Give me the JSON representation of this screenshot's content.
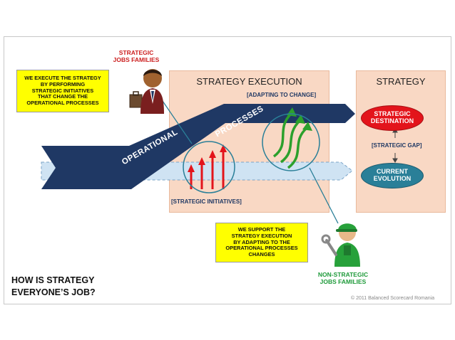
{
  "strategy_execution": {
    "title": "STRATEGY EXECUTION",
    "adapting": "[ADAPTING TO CHANGE]",
    "initiatives": "[STRATEGIC INITIATIVES]"
  },
  "strategy": {
    "title": "STRATEGY",
    "destination": [
      "STRATEGIC",
      "DESTINATION"
    ],
    "gap": "[STRATEGIC GAP]",
    "current": [
      "CURRENT",
      "EVOLUTION"
    ]
  },
  "arrow": {
    "word1": "OPERATIONAL",
    "word2": "PROCESSES"
  },
  "strategic_jobs": {
    "label": [
      "STRATEGIC",
      "JOBS FAMILIES"
    ],
    "callout": [
      "WE EXECUTE THE STRATEGY",
      "BY PERFORMING",
      "STRATEGIC INITIATIVES",
      "THAT CHANGE THE",
      "OPERATIONAL PROCESSES"
    ]
  },
  "nonstrategic_jobs": {
    "label": [
      "NON-STRATEGIC",
      "JOBS FAMILIES"
    ],
    "callout": [
      "WE SUPPORT THE",
      "STRATEGY EXECUTION",
      "BY ADAPTING TO THE",
      "OPERATIONAL PROCESSES",
      "CHANGES"
    ]
  },
  "question": [
    "HOW IS STRATEGY",
    "EVERYONE’S JOB?"
  ],
  "copyright": "© 2011  Balanced Scorecard Romania",
  "colors": {
    "navy": "#1f3864",
    "red": "#e3141b",
    "teal": "#2a7f98",
    "green": "#2ca02c",
    "panel": "#f9d8c4",
    "callout": "#ffff00"
  }
}
